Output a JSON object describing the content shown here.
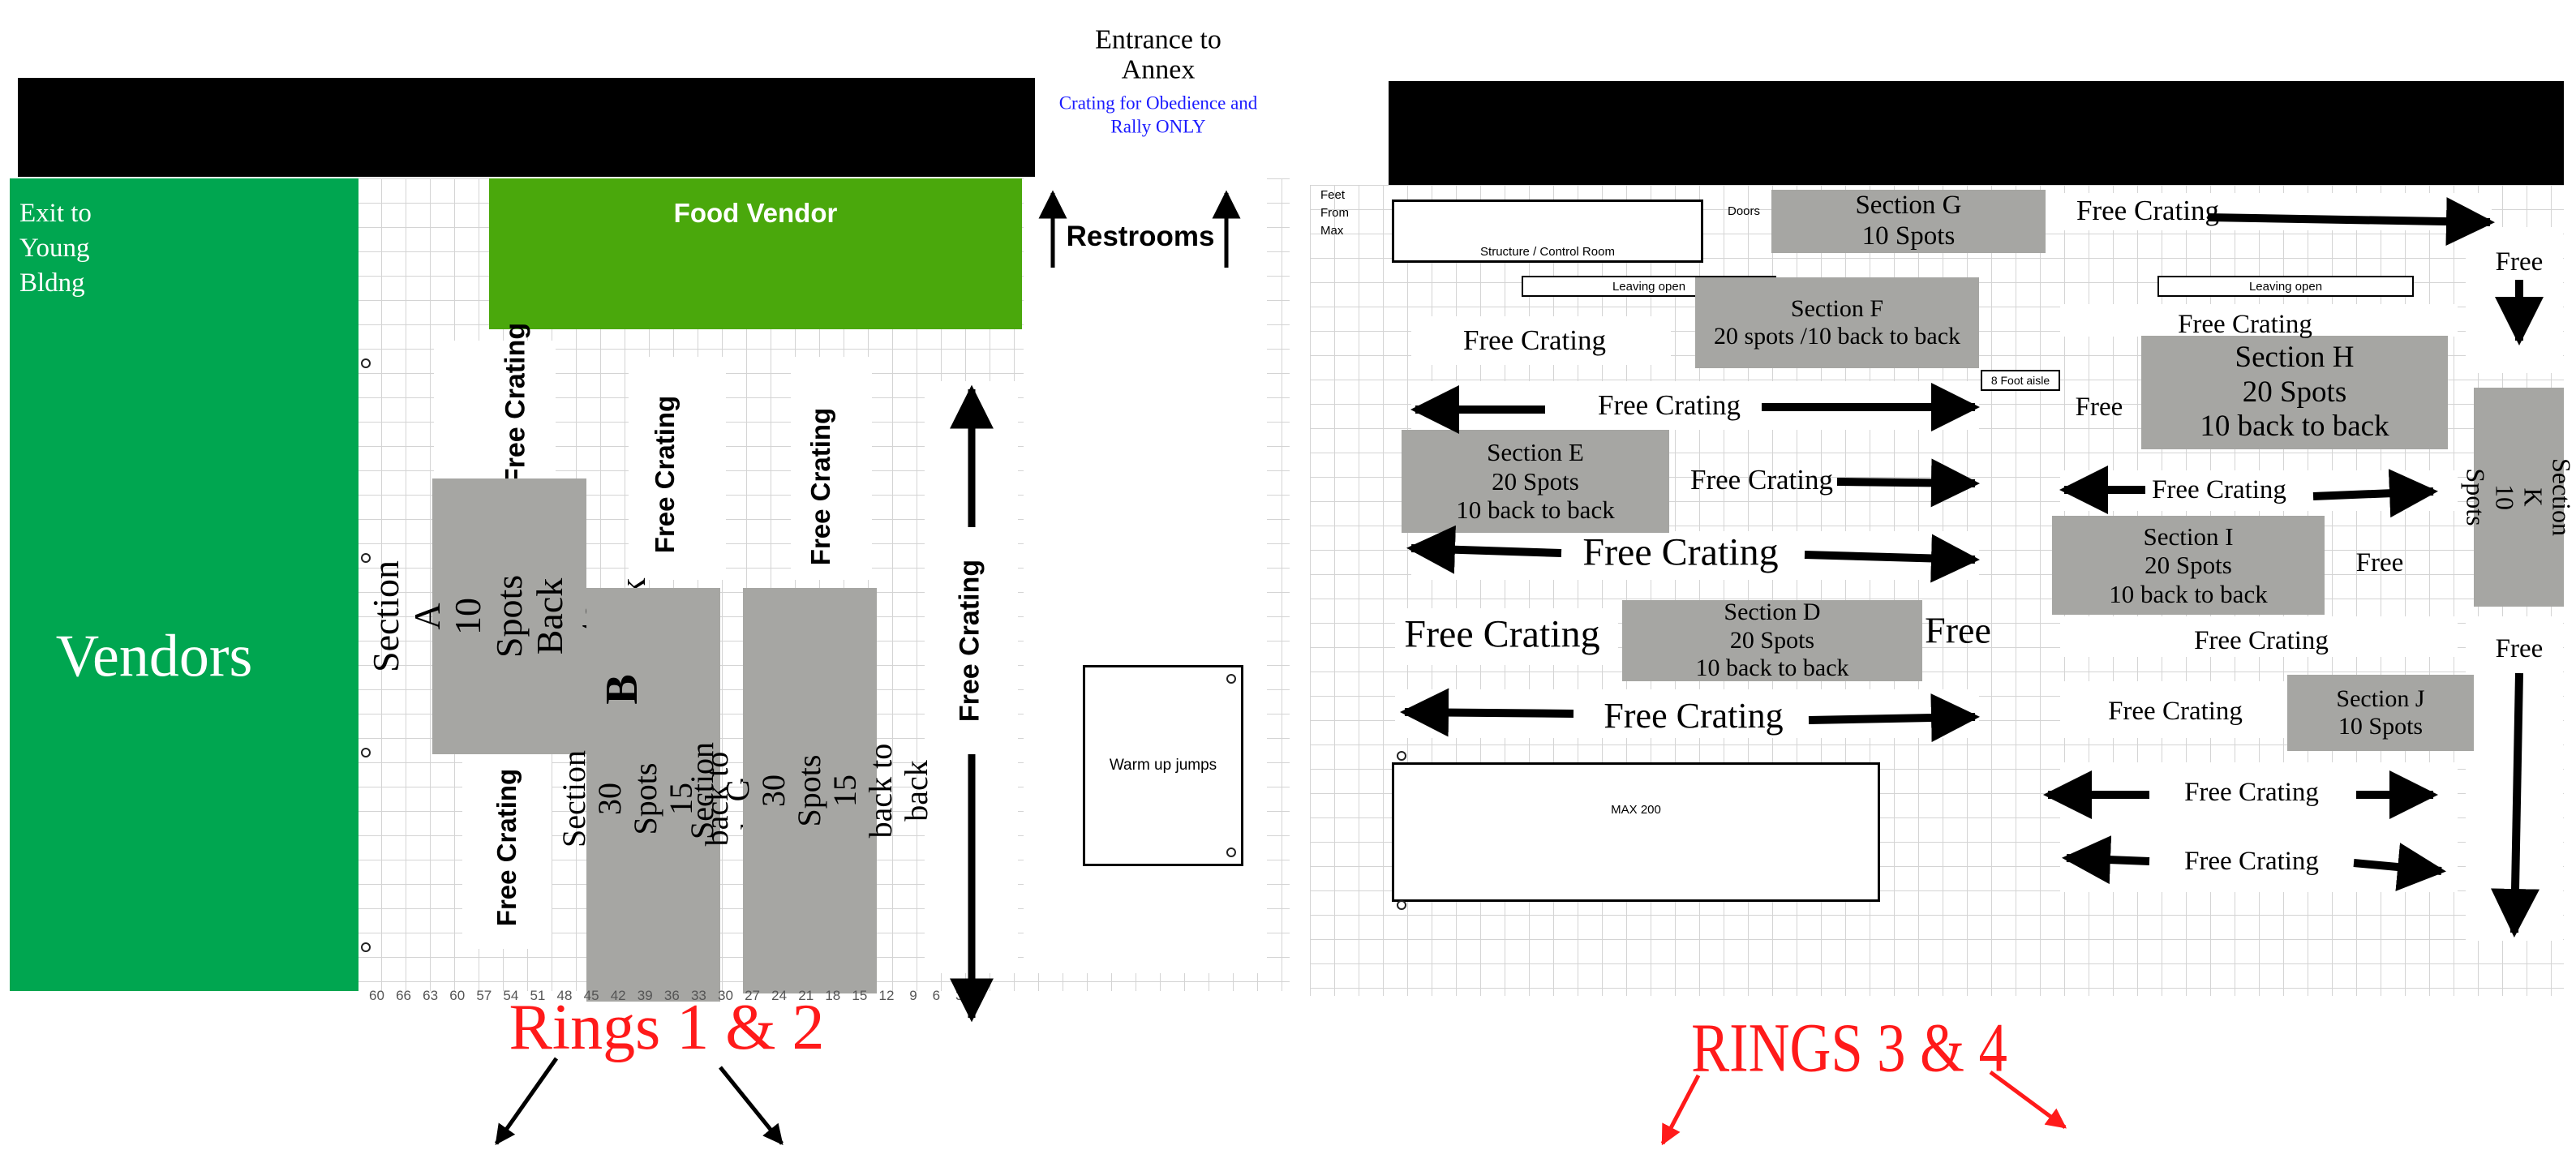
{
  "colors": {
    "vendor_green": "#00a650",
    "food_green": "#4aa80c",
    "section_grey": "#a6a6a3",
    "ring_label_red": "#ff1a1a",
    "annex_blue": "#1a1aff"
  },
  "left": {
    "entrance_to_annex": "Entrance to Annex",
    "crating_note": "Crating for Obedience and Rally ONLY",
    "exit_label": "Exit to Young Bldng",
    "vendors": "Vendors",
    "food_vendor": "Food Vendor",
    "restrooms": "Restrooms",
    "free_crating_a_top": "Free Crating",
    "free_crating_b_top": "Free Crating",
    "free_crating_c_top": "Free Crating",
    "free_crating_a_bottom": "Free Crating",
    "free_crating_long": "Free Crating",
    "section_a": "Section A\n10 Spots\nBack to Back",
    "section_b_letter": "B",
    "section_b": "Section\n30 Spots\n15 back to back",
    "section_c": "Section C\n30 Spots\n15 back to back",
    "warm_up_jumps": "Warm up jumps",
    "ring_label": "Rings 1 & 2",
    "axis_numbers": "60   66   63   60   57   54   51   48   45   42   39   36   33   30   27   24   21   18   15   12    9    6    3"
  },
  "right": {
    "ring_label": "RINGS 3 & 4",
    "feet": "Feet",
    "from": "From",
    "max": "Max",
    "doors": "Doors",
    "structure_control_room": "Structure / Control Room",
    "leaving_open_1": "Leaving open",
    "leaving_open_2": "Leaving open",
    "eight_foot_aisle": "8 Foot aisle",
    "max_200": "MAX 200",
    "section_g": "Section G\n10 Spots",
    "section_f": "Section F\n20 spots /10 back to back",
    "section_e": "Section E\n20 Spots\n10 back to back",
    "section_d": "Section D\n20  Spots\n10 back to back",
    "section_h": "Section H\n20 Spots\n10 back to back",
    "section_i": "Section I\n20  Spots\n10 back to back",
    "section_j": "Section J\n10 Spots",
    "section_k": "Section K\n10 Spots",
    "free_crating_top": "Free Crating",
    "free_crating_left1": "Free Crating",
    "free_crating_arrow1": "Free Crating",
    "free_crating_e_right": "Free Crating",
    "free_crating_big_arrow": "Free Crating",
    "free_crating_d_left": "Free Crating",
    "free_d_right": "Free",
    "free_crating_bottom_arrow": "Free Crating",
    "free_crating_h_top": "Free Crating",
    "free_h_left": "Free",
    "free_crating_i_top": "Free Crating",
    "free_i_right": "Free",
    "free_crating_i_bottom": "Free Crating",
    "free_crating_j_left": "Free Crating",
    "free_crating_r1": "Free Crating",
    "free_crating_r2": "Free Crating",
    "free_k_top": "Free",
    "free_k_bottom": "Free"
  }
}
